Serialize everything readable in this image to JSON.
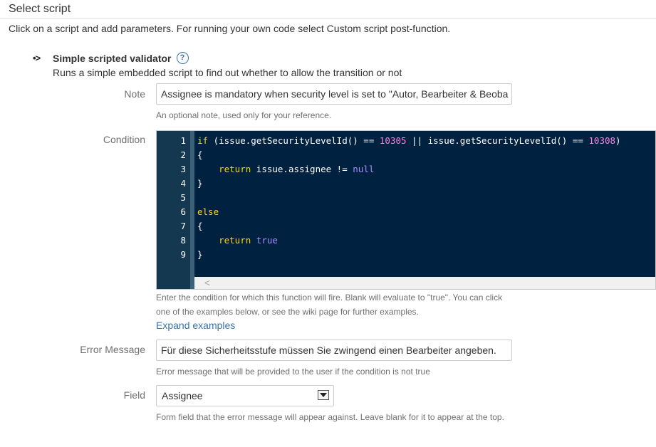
{
  "header": {
    "title": "Select script",
    "intro": "Click on a script and add parameters. For running your own code select Custom script post-function."
  },
  "validator": {
    "title": "Simple scripted validator",
    "description": "Runs a simple embedded script to find out whether to allow the transition or not"
  },
  "note": {
    "label": "Note",
    "value": "Assignee is mandatory when security level is set to \"Autor, Bearbeiter & Beoba",
    "hint": "An optional note, used only for your reference."
  },
  "condition": {
    "label": "Condition",
    "lines": [
      {
        "n": "1",
        "t": "if (issue.getSecurityLevelId() == 10305 || issue.getSecurityLevelId() == 10308)"
      },
      {
        "n": "2",
        "t": "{"
      },
      {
        "n": "3",
        "t": "    return issue.assignee != null"
      },
      {
        "n": "4",
        "t": "}"
      },
      {
        "n": "5",
        "t": ""
      },
      {
        "n": "6",
        "t": "else"
      },
      {
        "n": "7",
        "t": "{"
      },
      {
        "n": "8",
        "t": "    return true"
      },
      {
        "n": "9",
        "t": "}"
      }
    ],
    "hint_line1": "Enter the condition for which this function will fire. Blank will evaluate to \"true\". You can click",
    "hint_line2": "one of the examples below, or see the wiki page for further examples.",
    "expand_link": "Expand examples"
  },
  "error_message": {
    "label": "Error Message",
    "value": "Für diese Sicherheitsstufe müssen Sie zwingend einen Bearbeiter angeben.",
    "hint": "Error message that will be provided to the user if the condition is not true"
  },
  "field": {
    "label": "Field",
    "selected": "Assignee",
    "hint": "Form field that the error message will appear against. Leave blank for it to appear at the top."
  },
  "colors": {
    "editor_bg": "#002240",
    "keyword": "#ffd700",
    "number": "#ff80e1",
    "literal": "#a78bfa",
    "link": "#3572b0"
  },
  "icons": {
    "help": "help-circle-icon",
    "bullet": "arrow-bullet-icon",
    "dropdown": "chevron-down-icon",
    "scroll_left": "scroll-left-arrow-icon"
  }
}
